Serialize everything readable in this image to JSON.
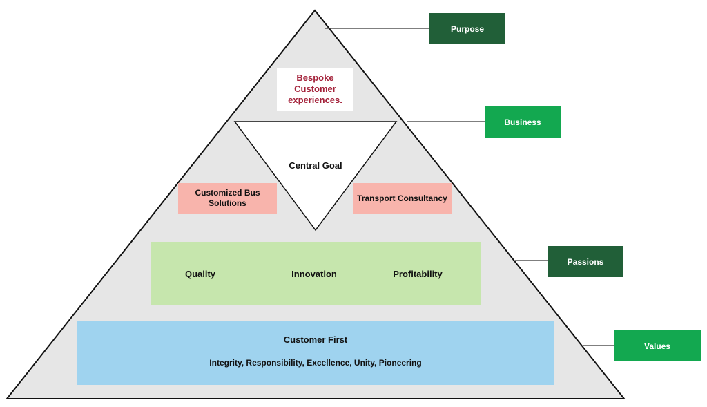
{
  "tags": {
    "purpose": "Purpose",
    "business": "Business",
    "passions": "Passions",
    "values": "Values"
  },
  "purpose_text": "Bespoke Customer experiences.",
  "central_goal": "Central Goal",
  "business_items": [
    "Customized Bus Solutions",
    "Transport Consultancy"
  ],
  "passions_items": [
    "Quality",
    "Innovation",
    "Profitability"
  ],
  "values_title": "Customer First",
  "values_items": "Integrity, Responsibility, Excellence, Unity, Pioneering",
  "colors": {
    "dark_green": "#215f38",
    "bright_green": "#13a850",
    "pyramid_fill": "#e6e6e6",
    "pink": "#f8b4ac",
    "light_green": "#c6e6ad",
    "light_blue": "#9fd3ef",
    "maroon_text": "#a4233b"
  }
}
